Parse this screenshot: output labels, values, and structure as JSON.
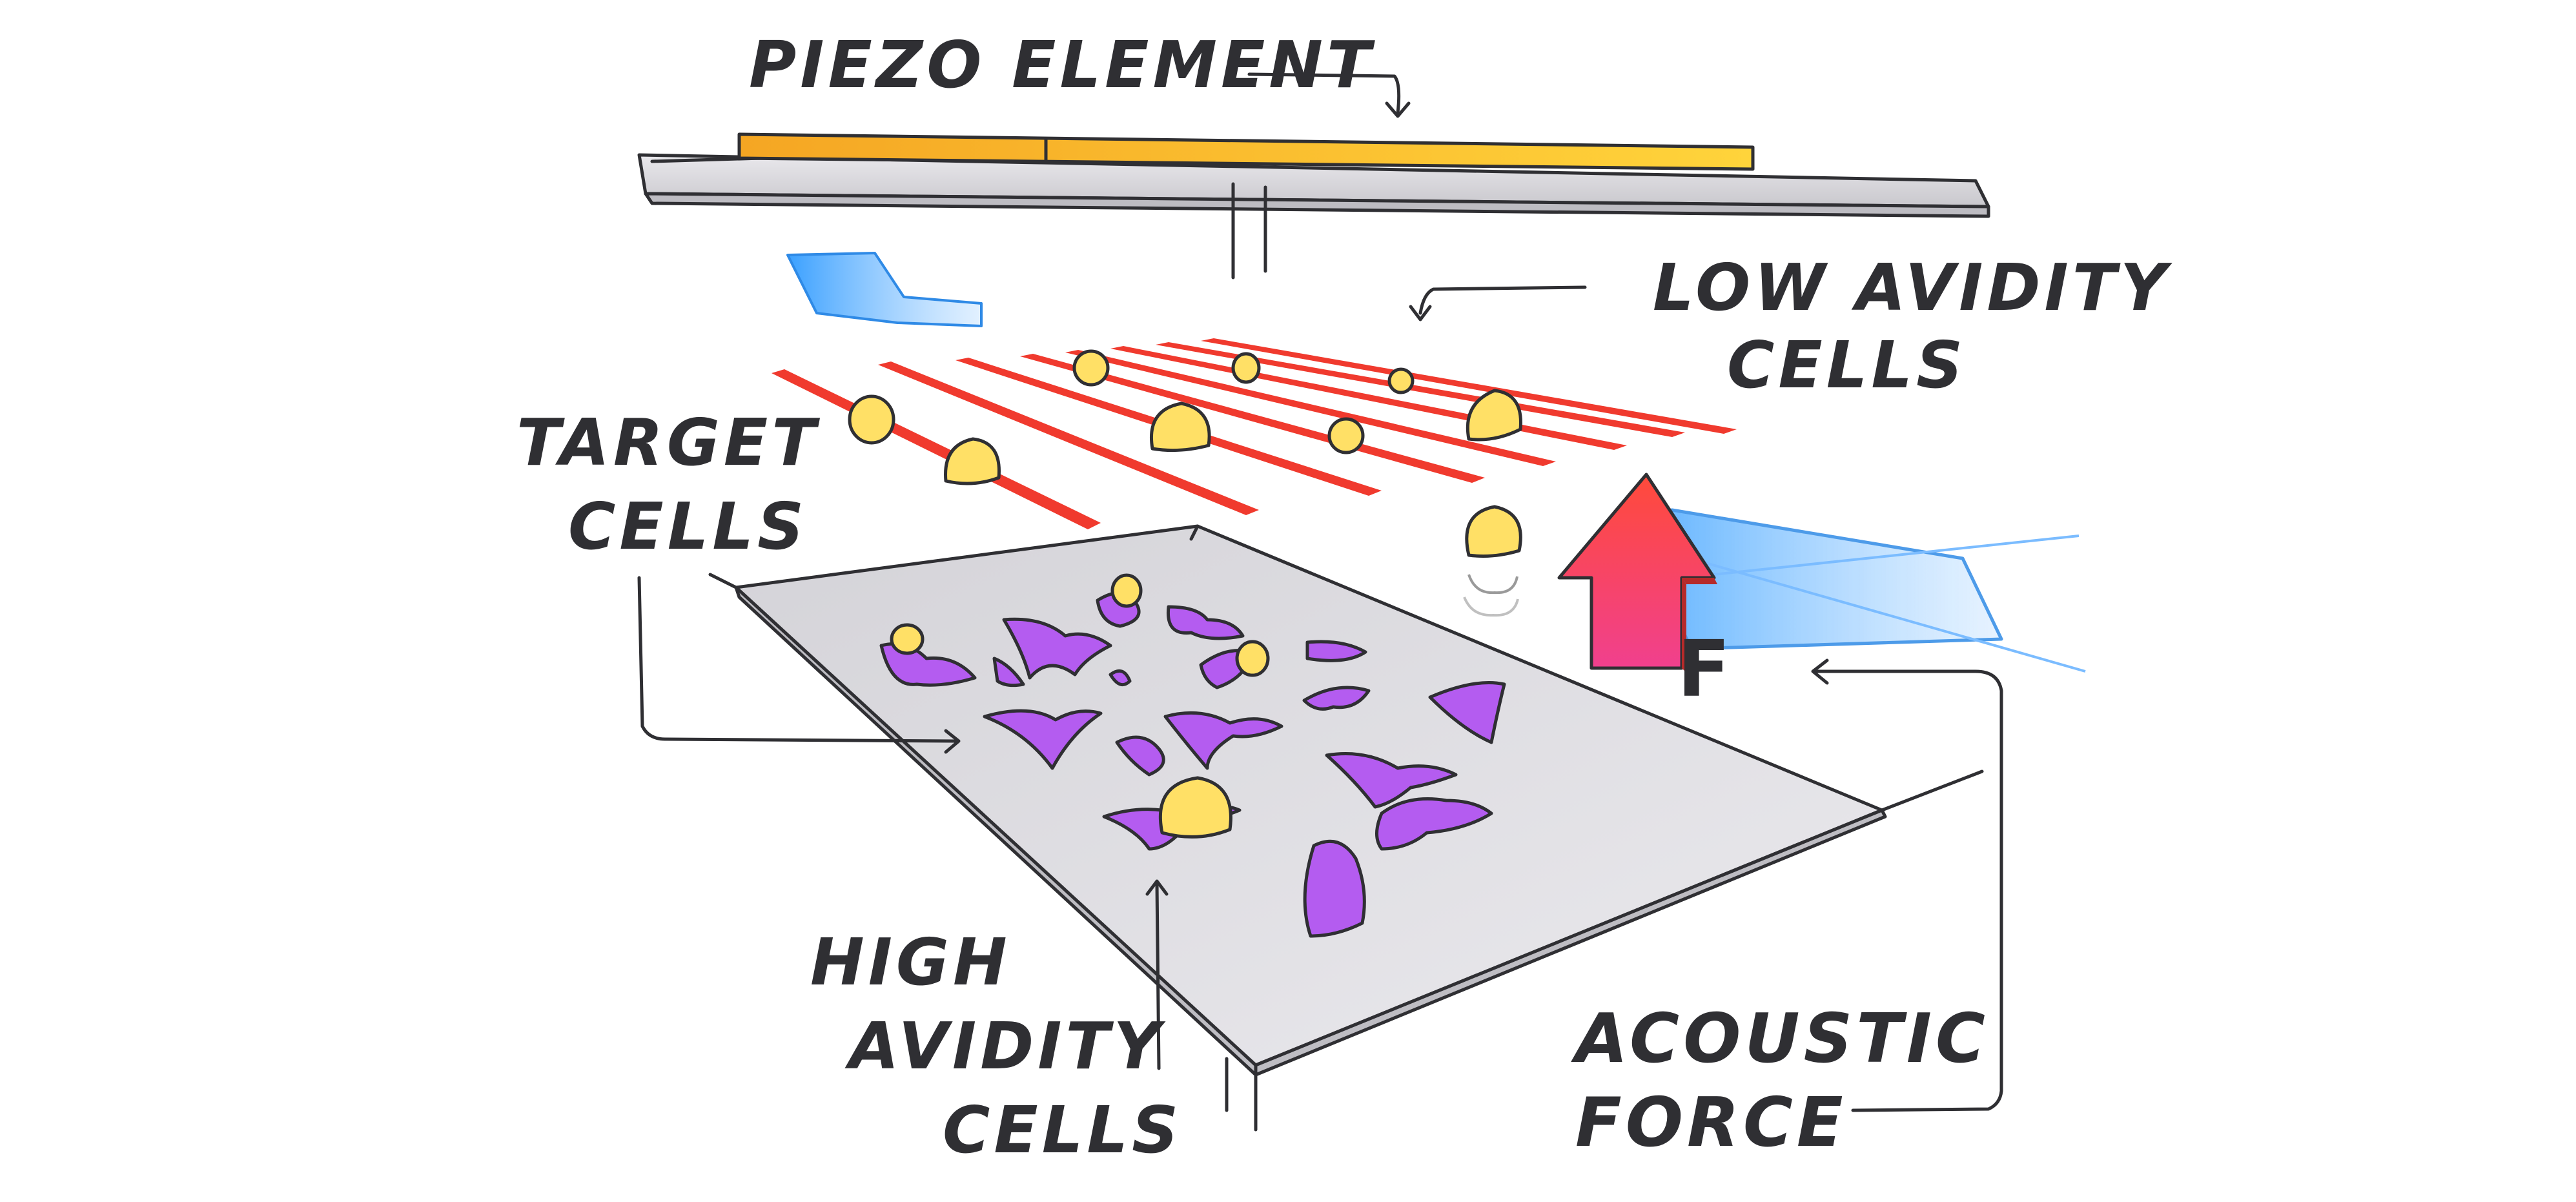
{
  "labels": {
    "piezo_element": "PIEZO ELEMENT",
    "low_avidity_line1": "LOW AVIDITY",
    "low_avidity_line2": "CELLS",
    "target_line1": "TARGET",
    "target_line2": "CELLS",
    "high_avidity_line1": "HIGH",
    "high_avidity_line2": "AVIDITY",
    "high_avidity_line3": "CELLS",
    "acoustic_line1": "ACOUSTIC",
    "acoustic_line2": "FORCE",
    "force_symbol": "F"
  },
  "colors": {
    "piezo": "#f5a623",
    "piezo_light": "#ffd43b",
    "acoustic_bands": "#f03a2e",
    "force_arrow_top": "#ff4a3a",
    "force_arrow_bottom": "#f0408e",
    "light_blue": "#3aa0ff",
    "target_cells": "#b45cf0",
    "bound_cells": "#ffe066",
    "glass": "#dcdbe0",
    "ink": "#2f2f33"
  },
  "icons": {
    "force_arrow": "upward-arrow-icon",
    "light_beam": "light-beam-icon",
    "pointer_arrows": "arrow-pointer-icon"
  }
}
